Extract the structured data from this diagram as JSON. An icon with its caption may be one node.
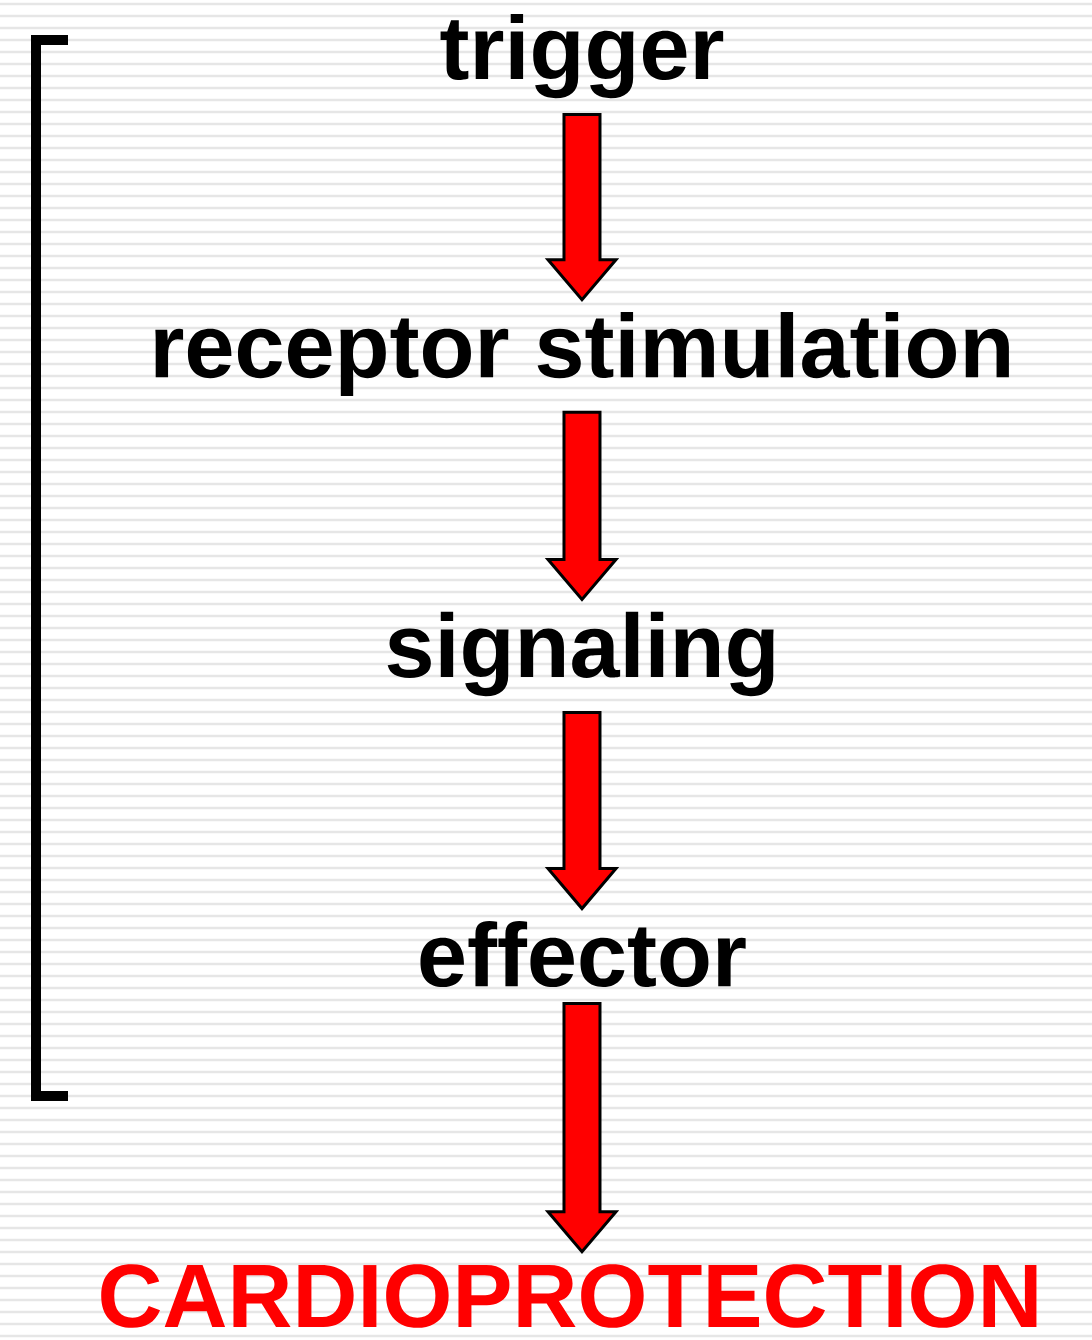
{
  "diagram": {
    "nodes": [
      {
        "text": [
          "trigger"
        ]
      },
      {
        "text": [
          "receptor stimulation"
        ]
      },
      {
        "text": [
          "signaling"
        ]
      },
      {
        "text": [
          "effector"
        ]
      },
      {
        "text": [
          "CARDIOPROTECTION"
        ]
      }
    ],
    "edges": [
      {
        "from": 0,
        "to": 1,
        "arrow": "to"
      },
      {
        "from": 1,
        "to": 2,
        "arrow": "to"
      },
      {
        "from": 2,
        "to": 3,
        "arrow": "to"
      },
      {
        "from": 3,
        "to": 4,
        "arrow": "to"
      }
    ]
  }
}
